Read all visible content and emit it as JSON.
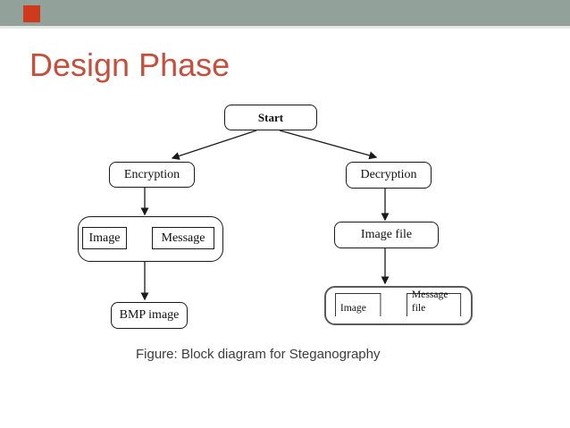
{
  "slide": {
    "title": "Design Phase",
    "caption": "Figure: Block diagram for Steganography",
    "theme": {
      "top_band_color": "#92A19A",
      "accent_square_color": "#CF3A1D",
      "title_color": "#C44F3D",
      "caption_color": "#3D3D3D",
      "box_border_color": "#1A1A1A",
      "background_color": "#FFFFFF"
    }
  },
  "diagram": {
    "nodes": {
      "start": "Start",
      "encryption": "Encryption",
      "decryption": "Decryption",
      "encryption_inputs": {
        "image": "Image",
        "message": "Message"
      },
      "encryption_output": "BMP image",
      "decryption_input": "Image file",
      "decryption_outputs": {
        "image": "Image",
        "message_file": "Message file"
      }
    }
  }
}
